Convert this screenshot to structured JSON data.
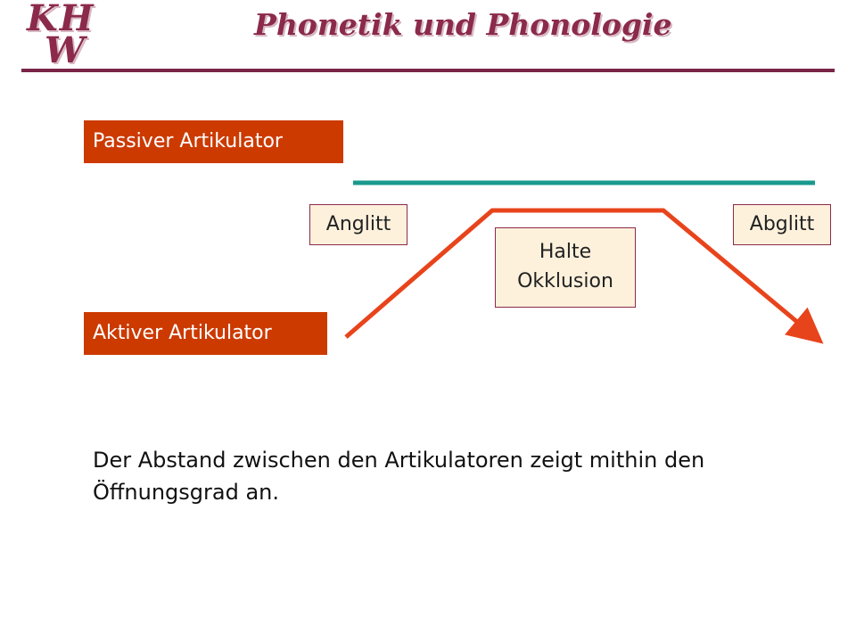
{
  "header": {
    "logo_line1": "KH",
    "logo_line2": "W",
    "title": "Phonetik und Phonologie"
  },
  "diagram": {
    "passive_label": "Passiver Artikulator",
    "active_label": "Aktiver Artikulator",
    "phase_onset": "Anglitt",
    "phase_hold_line1": "Halte",
    "phase_hold_line2": "Okklusion",
    "phase_offset": "Abglitt"
  },
  "caption": "Der Abstand zwischen den Artikulatoren zeigt mithin den Öffnungsgrad an.",
  "colors": {
    "label_bg": "#cc3a00",
    "passive_line": "#1a9a8e",
    "active_line": "#e8441c",
    "phase_bg": "#fdf1dc",
    "title": "#8b2a4a"
  }
}
